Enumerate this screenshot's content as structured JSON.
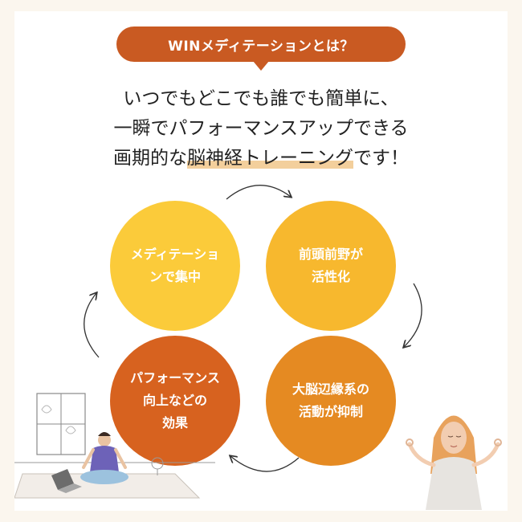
{
  "title": "WINメディテーションとは？",
  "lead": {
    "line1": "いつでもどこでも誰でも簡単に、",
    "line2": "一瞬でパフォーマンスアップできる",
    "line3_pre": "画期的な",
    "line3_highlight": "脳神経トレーニング",
    "line3_post": "です！"
  },
  "cycle": [
    {
      "lines": [
        "メディテーショ",
        "ンで集中"
      ],
      "color": "#fbcb3a"
    },
    {
      "lines": [
        "前頭前野が",
        "活性化"
      ],
      "color": "#f7b82e"
    },
    {
      "lines": [
        "大脳辺縁系の",
        "活動が抑制"
      ],
      "color": "#e58a22"
    },
    {
      "lines": [
        "パフォーマンス",
        "向上などの",
        "効果"
      ],
      "color": "#d7621f"
    }
  ],
  "colors": {
    "accent": "#c95a22",
    "highlight": "#f3cf9c",
    "background": "#fbf6ee"
  }
}
